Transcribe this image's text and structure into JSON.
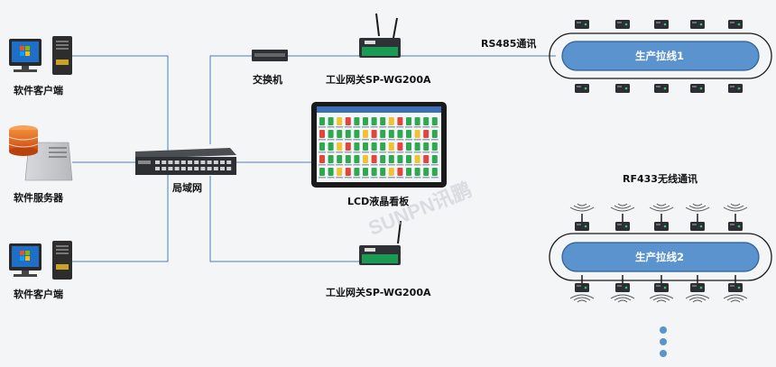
{
  "labels": {
    "client_top": "软件客户端",
    "server": "软件服务器",
    "client_bottom": "软件客户端",
    "switch_small": "交换机",
    "lan": "局域网",
    "gateway_top": "工业网关SP-WG200A",
    "gateway_bottom": "工业网关SP-WG200A",
    "lcd": "LCD液晶看板",
    "rs485": "RS485通讯",
    "rf433": "RF433无线通讯",
    "line1": "生产拉线1",
    "line2": "生产拉线2",
    "watermark": "SUNPN讯鹏"
  },
  "colors": {
    "line": "#4a7fb4",
    "track_fill": "#5b93cf",
    "track_border": "#2f5f93",
    "device": "#2b2e33"
  }
}
